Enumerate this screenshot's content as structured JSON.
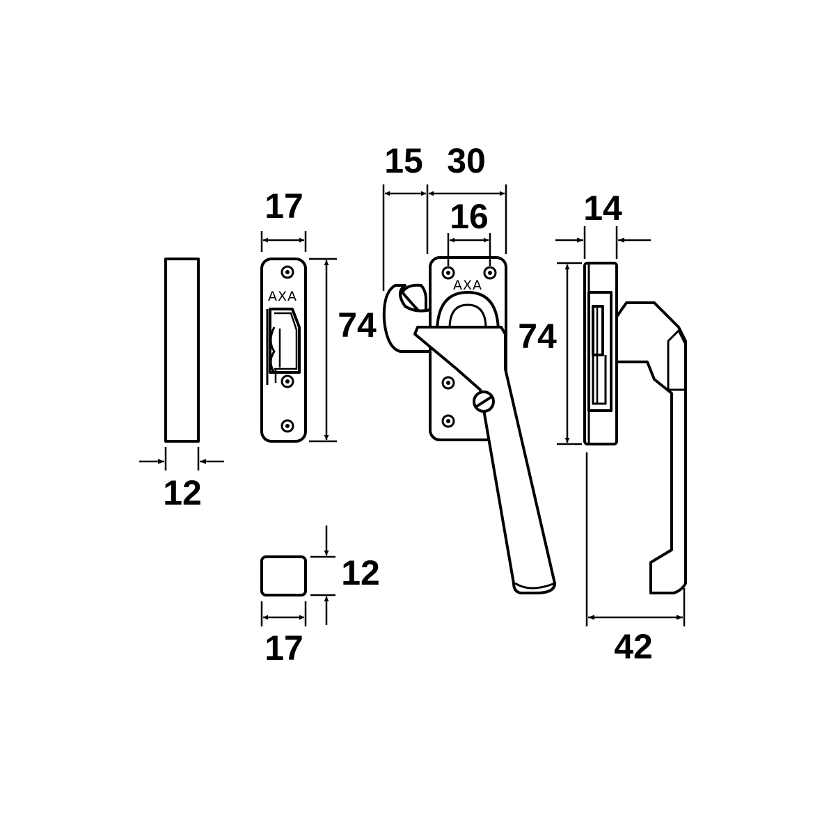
{
  "dimensions": {
    "spacer_width": "12",
    "keep_width": "17",
    "keep_height": "74",
    "hook_offset": "15",
    "plate_width": "30",
    "hole_spacing": "16",
    "handle_height": "74",
    "side_depth": "14",
    "block_height": "12",
    "block_width": "17",
    "projection": "42"
  },
  "markings": {
    "keep_brand": "AXA",
    "plate_brand": "AXA"
  },
  "colors": {
    "line": "#000000",
    "background": "#ffffff"
  }
}
